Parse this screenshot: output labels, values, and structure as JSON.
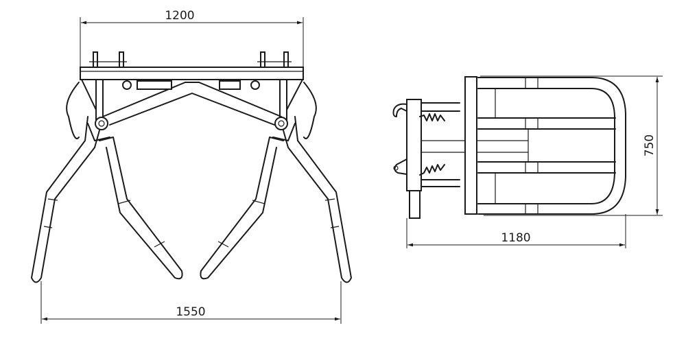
{
  "front_view": {
    "top_width_label": "1200",
    "arm_span_label": "1550"
  },
  "side_view": {
    "height_label": "750",
    "length_label": "1180"
  }
}
